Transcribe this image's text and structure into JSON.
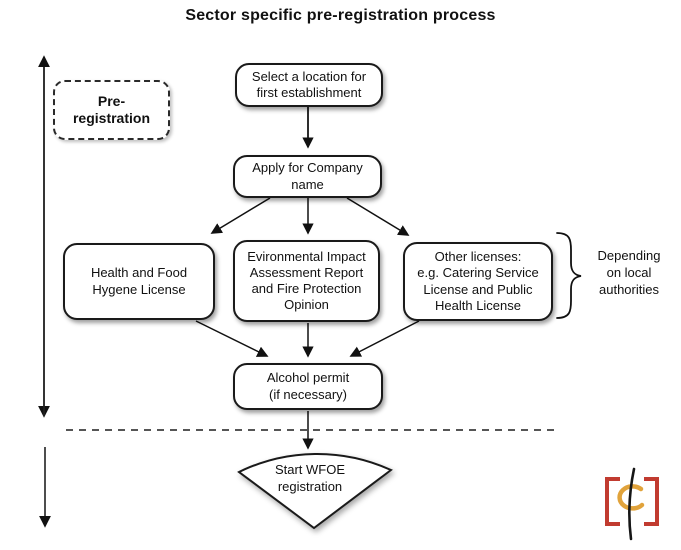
{
  "title": "Sector specific pre-registration process",
  "phase": {
    "label": "Pre-\nregistration"
  },
  "nodes": {
    "select_location": {
      "label": "Select a location for\nfirst establishment"
    },
    "company_name": {
      "label": "Apply for Company\nname"
    },
    "health_license": {
      "label": "Health and Food\nHygene License"
    },
    "eia_report": {
      "label": "Evironmental Impact\nAssessment Report\nand Fire Protection\nOpinion"
    },
    "other_licenses": {
      "label": "Other licenses:\ne.g. Catering Service\nLicense and Public\nHealth License"
    },
    "alcohol_permit": {
      "label": "Alcohol permit\n(if necessary)"
    },
    "start_wfoe": {
      "label": "Start WFOE\nregistration"
    }
  },
  "annotation": {
    "label": "Depending\non local\nauthorities"
  },
  "colors": {
    "ink": "#111111",
    "logo_red": "#c13b30",
    "logo_gold": "#e1a33b"
  }
}
